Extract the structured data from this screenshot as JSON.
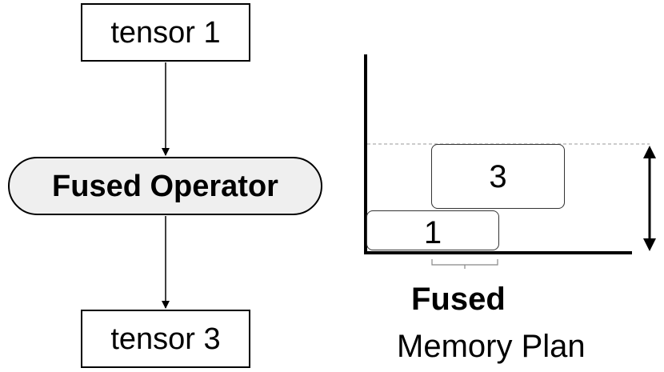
{
  "flow": {
    "input_label": "tensor 1",
    "operator_label": "Fused Operator",
    "output_label": "tensor 3"
  },
  "memory_plan": {
    "block_top_label": "3",
    "block_bottom_label": "1",
    "caption_bold": "Fused",
    "caption_plain": "Memory Plan"
  },
  "colors": {
    "line": "#000000",
    "operator_fill": "#efefef",
    "dashed_guide": "#999999"
  }
}
